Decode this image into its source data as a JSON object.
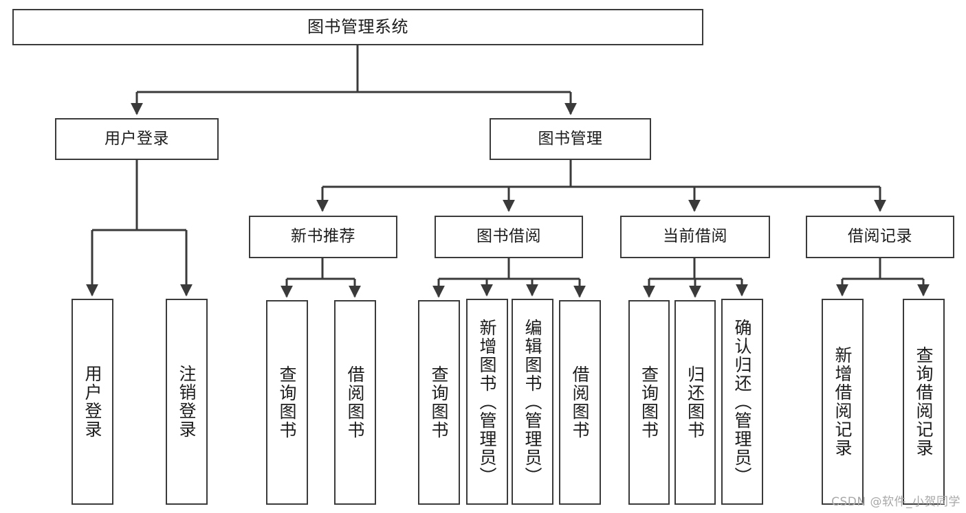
{
  "diagram": {
    "type": "hierarchy-tree",
    "title": "图书管理系统",
    "root": {
      "label": "图书管理系统"
    },
    "level2": [
      {
        "id": "user-login",
        "label": "用户登录"
      },
      {
        "id": "book-manage",
        "label": "图书管理"
      }
    ],
    "level3": [
      {
        "id": "new-book-recommend",
        "label": "新书推荐",
        "parent": "book-manage"
      },
      {
        "id": "book-borrow",
        "label": "图书借阅",
        "parent": "book-manage"
      },
      {
        "id": "current-borrow",
        "label": "当前借阅",
        "parent": "book-manage"
      },
      {
        "id": "borrow-record",
        "label": "借阅记录",
        "parent": "book-manage"
      }
    ],
    "leaves": {
      "user-login": [
        {
          "id": "leaf-user-login",
          "label": "用户登录"
        },
        {
          "id": "leaf-user-logout",
          "label": "注销登录"
        }
      ],
      "new-book-recommend": [
        {
          "id": "leaf-query-book-1",
          "label": "查询图书"
        },
        {
          "id": "leaf-borrow-book-1",
          "label": "借阅图书"
        }
      ],
      "book-borrow": [
        {
          "id": "leaf-query-book-2",
          "label": "查询图书"
        },
        {
          "id": "leaf-add-book",
          "label": "新增图书（管理员）"
        },
        {
          "id": "leaf-edit-book",
          "label": "编辑图书（管理员）"
        },
        {
          "id": "leaf-borrow-book-2",
          "label": "借阅图书"
        }
      ],
      "current-borrow": [
        {
          "id": "leaf-query-book-3",
          "label": "查询图书"
        },
        {
          "id": "leaf-return-book",
          "label": "归还图书"
        },
        {
          "id": "leaf-confirm-return",
          "label": "确认归还（管理员）"
        }
      ],
      "borrow-record": [
        {
          "id": "leaf-add-record",
          "label": "新增借阅记录"
        },
        {
          "id": "leaf-query-record",
          "label": "查询借阅记录"
        }
      ]
    },
    "colors": {
      "stroke": "#3a3a3a",
      "text": "#1c1c1c",
      "background": "#ffffff",
      "watermark": "#a8a8a8"
    }
  },
  "watermark": {
    "text": "CSDN @软件_小贺同学"
  }
}
